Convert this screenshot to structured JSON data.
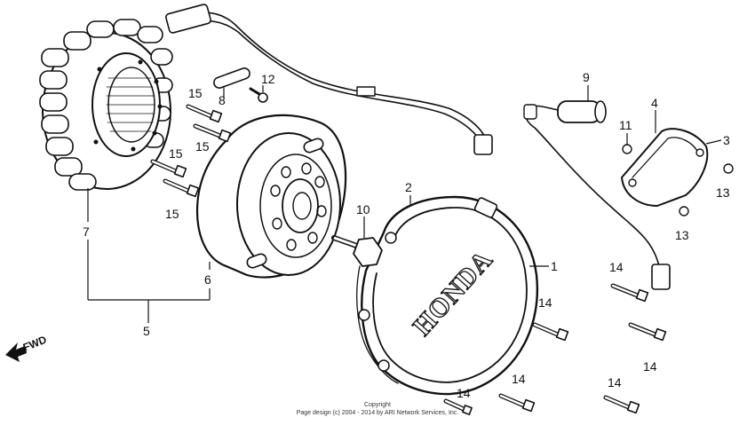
{
  "diagram": {
    "brand_mark": "HONDA",
    "fwd_label": "FWD",
    "copyright_line1": "Copyright",
    "copyright_line2": "Page design (c) 2004 - 2014 by ARI Network Services, Inc."
  },
  "callouts": [
    "1",
    "2",
    "3",
    "4",
    "5",
    "6",
    "7",
    "8",
    "9",
    "10",
    "11",
    "12",
    "13",
    "13",
    "14",
    "14",
    "14",
    "14",
    "14",
    "14",
    "15",
    "15",
    "15",
    "15"
  ]
}
